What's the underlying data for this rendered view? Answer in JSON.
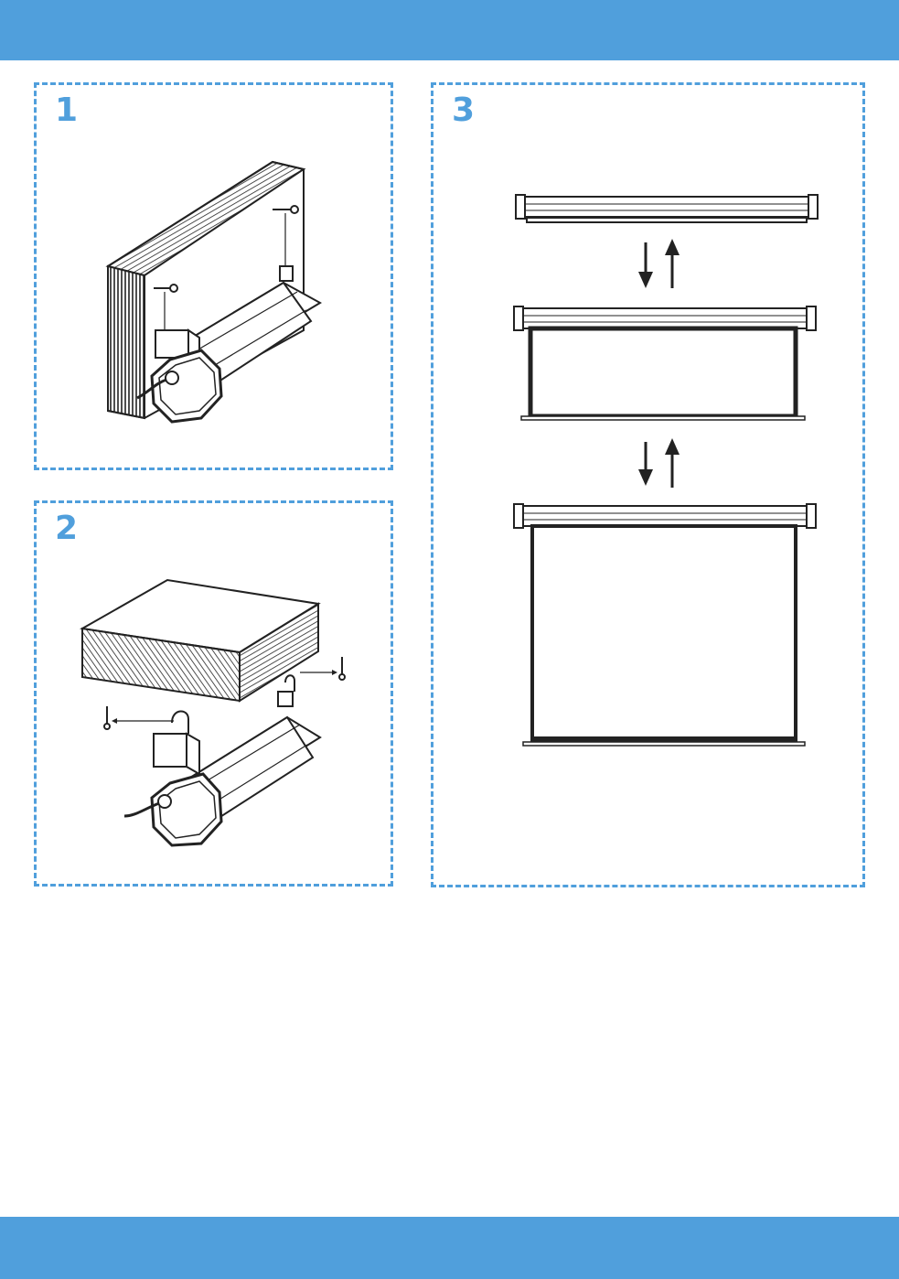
{
  "header": {
    "band_color": "#509fdc"
  },
  "footer": {
    "band_color": "#509fdc"
  },
  "steps": [
    {
      "number": "1"
    },
    {
      "number": "2"
    },
    {
      "number": "3"
    }
  ],
  "icons": {
    "step1": "wall-mount-illustration",
    "step2": "ceiling-mount-illustration",
    "step3": "screen-extend-retract-illustration"
  }
}
